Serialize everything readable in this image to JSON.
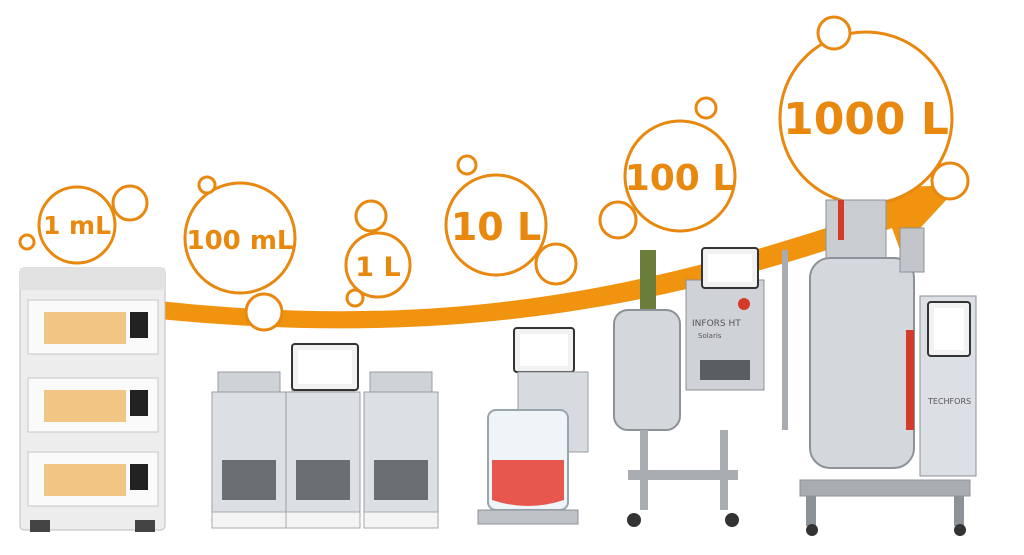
{
  "colors": {
    "accent": "#e8880f",
    "steel": "#c9ccd1",
    "steel_dark": "#8d9298",
    "red_flag": "#d43a2a",
    "media_red": "#e8574d"
  },
  "scales": [
    {
      "label": "1 mL"
    },
    {
      "label": "100 mL"
    },
    {
      "label": "1 L"
    },
    {
      "label": "10 L"
    },
    {
      "label": "100 L"
    },
    {
      "label": "1000 L"
    }
  ],
  "brands": {
    "bioreactor_100l": "INFORS HT",
    "bioreactor_100l_sub": "Solaris",
    "bioreactor_1000l": "TECHFORS"
  },
  "icons": [
    "growth-arrow",
    "bubble-circle"
  ]
}
